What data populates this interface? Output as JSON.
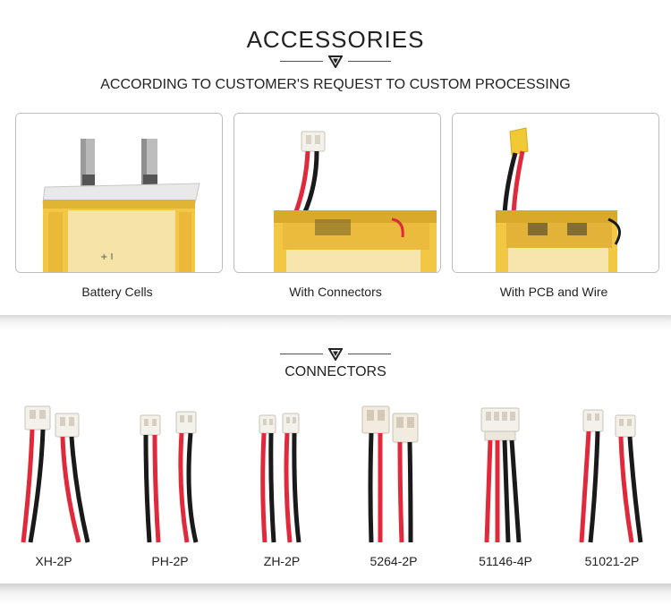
{
  "header": {
    "title": "ACCESSORIES",
    "subtitle": "ACCORDING TO CUSTOMER'S REQUEST TO CUSTOM PROCESSING"
  },
  "cards": [
    {
      "label": "Battery Cells"
    },
    {
      "label": "With Connectors"
    },
    {
      "label": "With PCB and Wire"
    }
  ],
  "connectors_section": {
    "title": "CONNECTORS"
  },
  "connectors": [
    {
      "label": "XH-2P"
    },
    {
      "label": "PH-2P"
    },
    {
      "label": "ZH-2P"
    },
    {
      "label": "5264-2P"
    },
    {
      "label": "51146-4P"
    },
    {
      "label": "51021-2P"
    }
  ],
  "colors": {
    "battery_yellow": "#f2c744",
    "battery_film": "#f7e08a",
    "wire_red": "#e0293a",
    "wire_black": "#1a1a1a",
    "connector_white": "#f4f1ea",
    "ornament": "#333333"
  }
}
